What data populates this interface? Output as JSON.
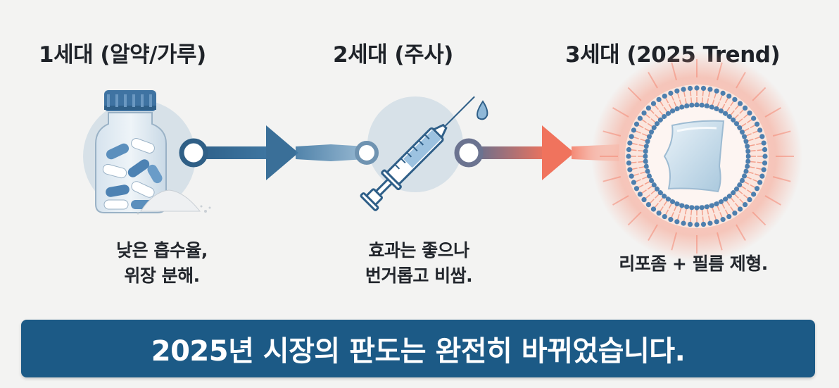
{
  "generations": [
    {
      "title": "1세대 (알약/가루)",
      "caption_lines": [
        "낮은 흡수율,",
        "위장 분해."
      ],
      "icon": "pill-bottle-icon"
    },
    {
      "title": "2세대 (주사)",
      "caption_lines": [
        "효과는 좋으나",
        "번거롭고 비쌈."
      ],
      "icon": "syringe-icon"
    },
    {
      "title": "3세대 (2025 Trend)",
      "caption_lines": [
        "리포좀 + 필름 제형."
      ],
      "icon": "liposome-film-icon"
    }
  ],
  "banner": {
    "text": "2025년 시장의 판도는 완전히 바뀌었습니다."
  },
  "colors": {
    "navy": "#1c5a86",
    "arrow_blue": "#3e6f95",
    "arrow_coral": "#ef6e5c",
    "glow": "#f9b3a3",
    "text": "#1e2228"
  }
}
